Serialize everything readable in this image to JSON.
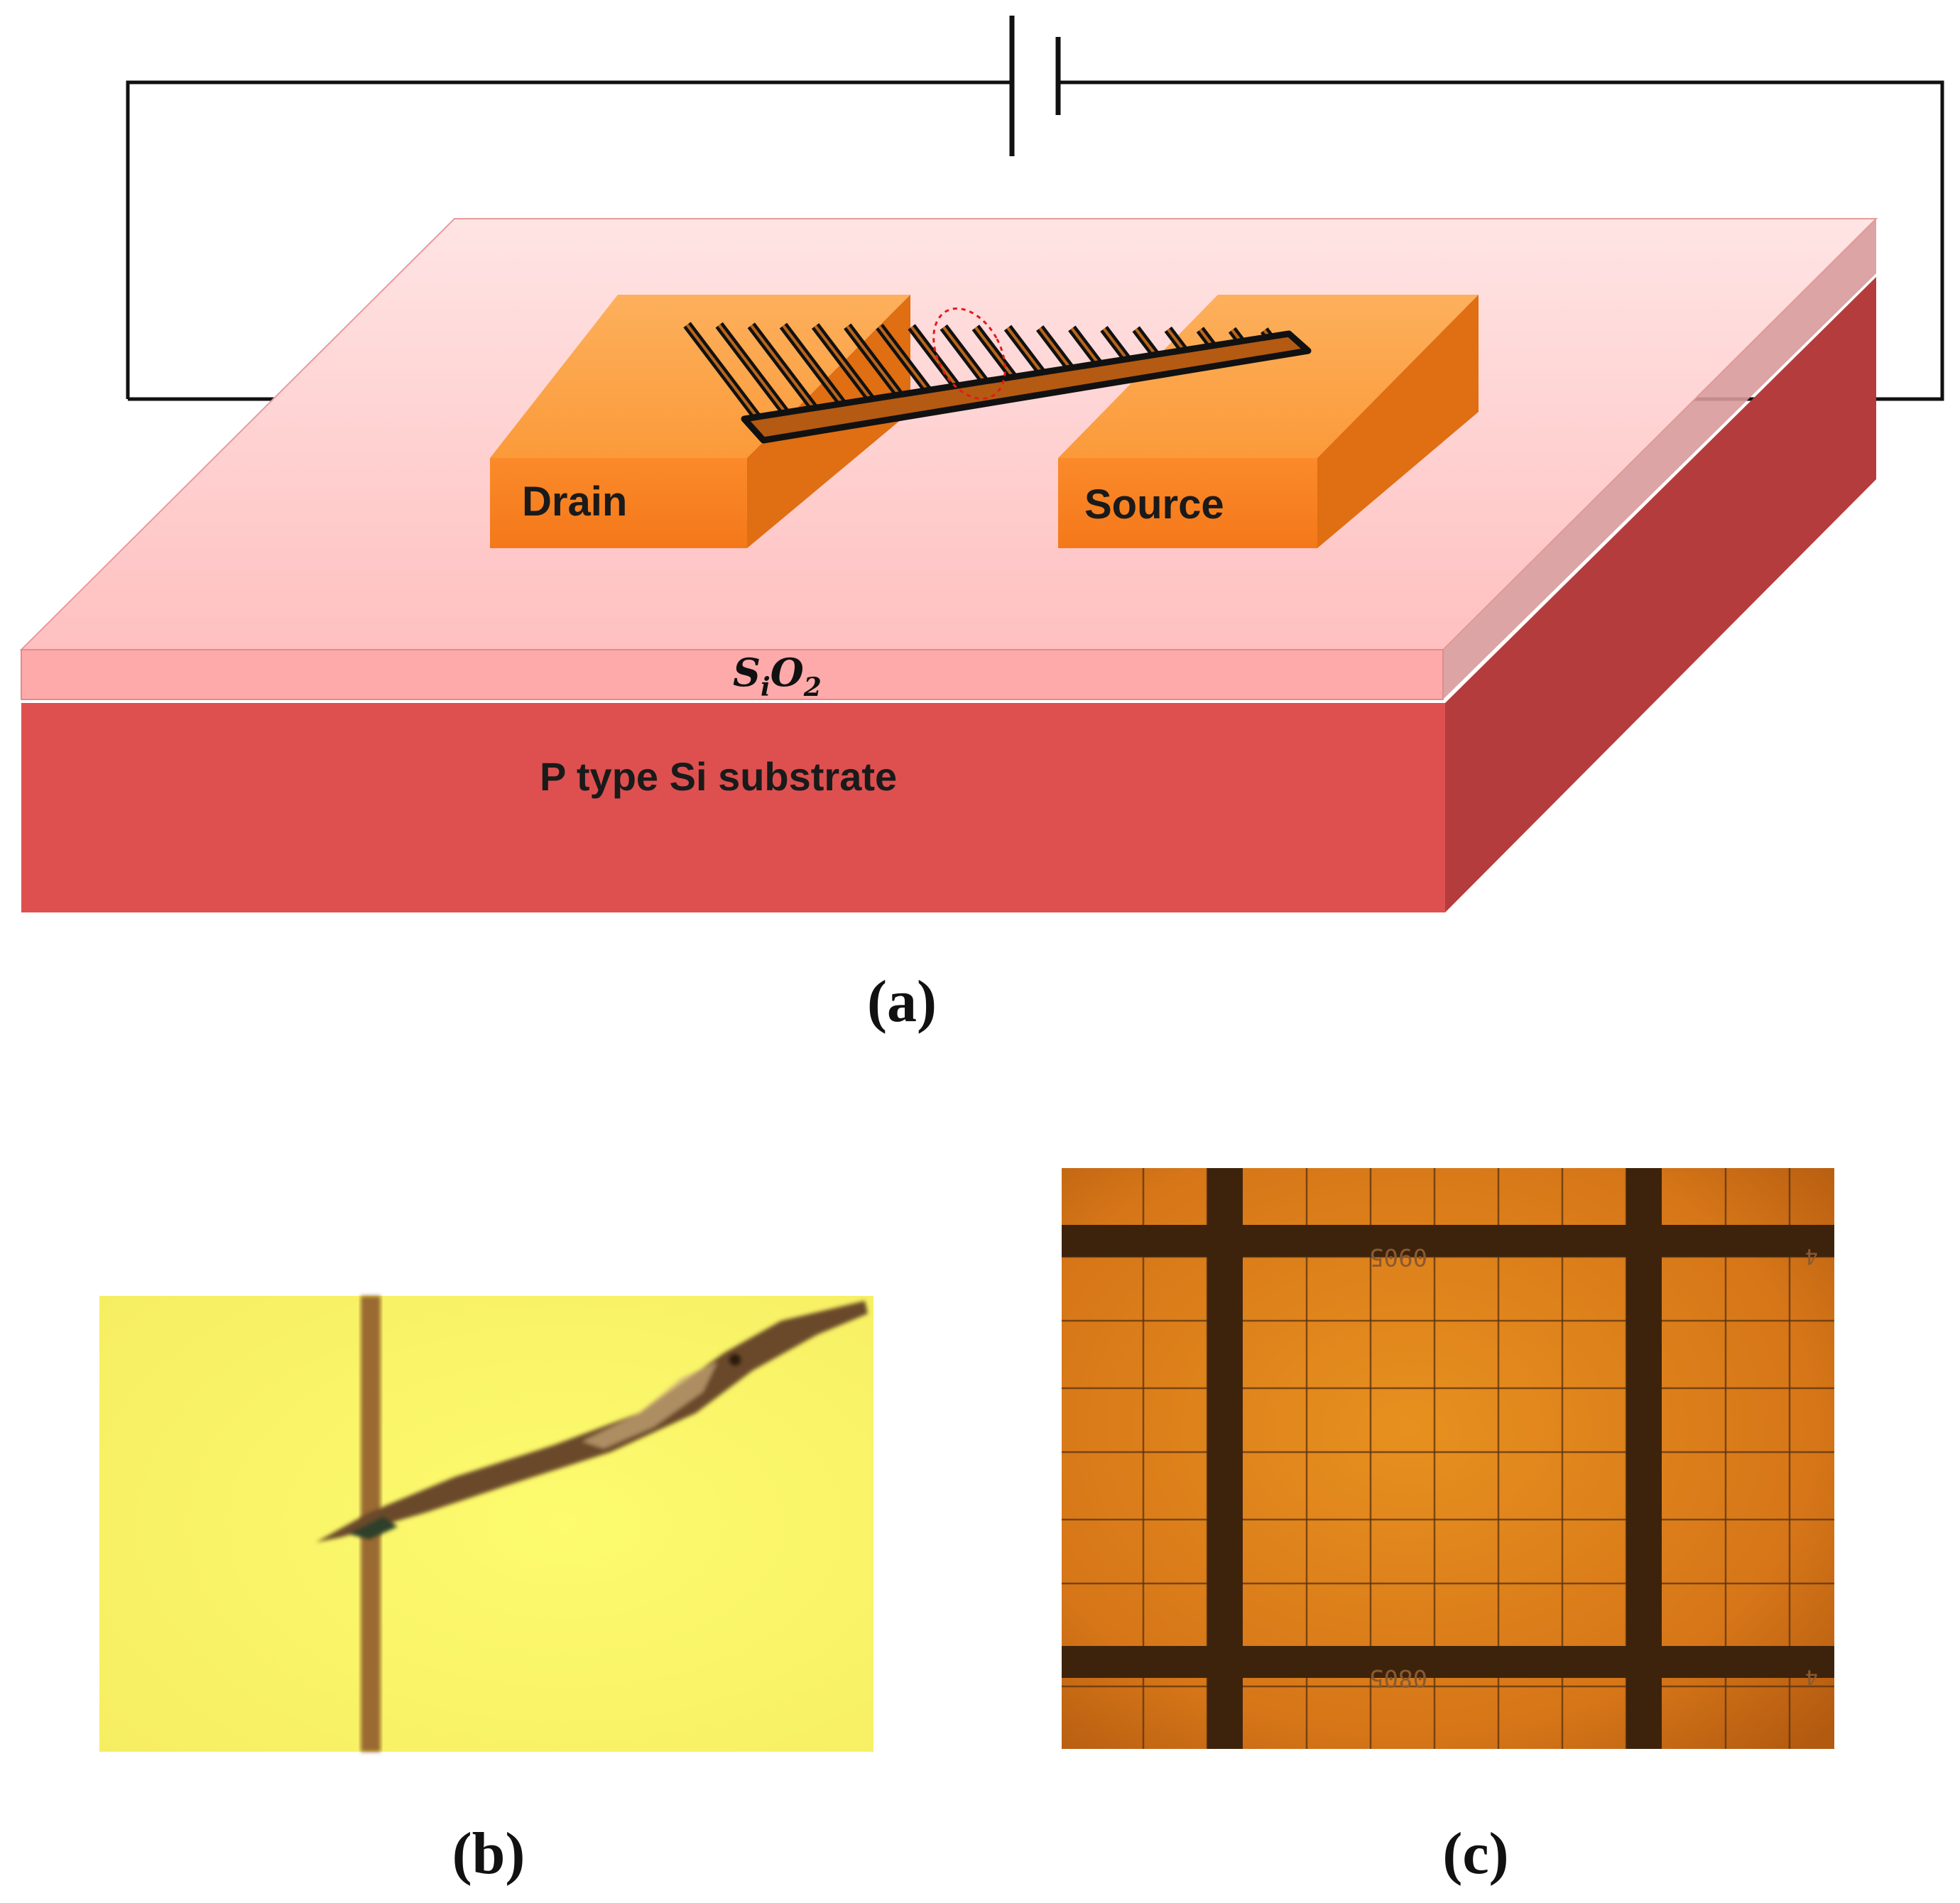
{
  "diagram": {
    "labels": {
      "drain": "Drain",
      "source": "Source",
      "oxide_main": "S",
      "oxide_sub_i": "i",
      "oxide_o": "O",
      "oxide_sub_2": "2",
      "substrate": "P type Si substrate"
    },
    "panels": {
      "a": "(a)",
      "b": "(b)",
      "c": "(c)"
    },
    "micrograph_c_marks": {
      "upper": "0905",
      "lower": "0805",
      "edge": "4"
    },
    "colors": {
      "substrate_front": "#de5050",
      "substrate_side": "#b33c3c",
      "oxide_top": "#ffc4c4",
      "electrode_front": "#f98020",
      "electrode_top": "#fdae58",
      "nanostructure": "#111111",
      "micrograph_b_bg": "#fbf56a",
      "micrograph_c_bg": "#d67918"
    }
  }
}
